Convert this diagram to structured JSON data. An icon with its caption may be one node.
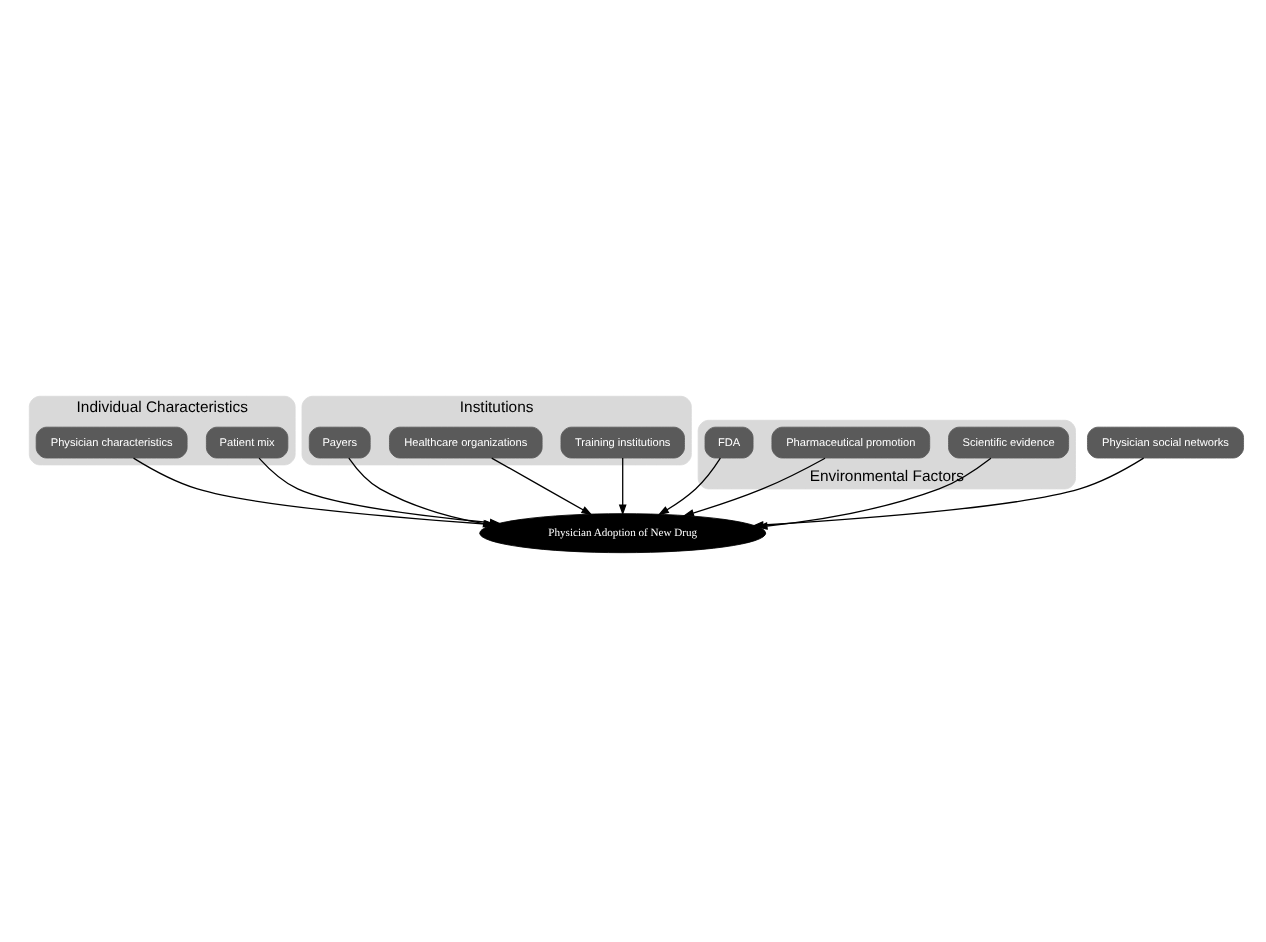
{
  "diagram": {
    "nodes": [
      {
        "text": [
          "Individual Characteristics"
        ]
      },
      {
        "text": [
          "Patient mix"
        ],
        "in": 0
      },
      {
        "text": [
          "Physician characteristics"
        ],
        "in": 0
      },
      {
        "text": [
          "Institutions"
        ]
      },
      {
        "text": [
          "Training institutions"
        ],
        "in": 3
      },
      {
        "text": [
          "Healthcare organizations"
        ],
        "in": 3
      },
      {
        "text": [
          "Payers"
        ],
        "in": 3
      },
      {
        "text": [
          "Environmental Factors"
        ]
      },
      {
        "text": [
          "Scientific evidence"
        ],
        "in": 7
      },
      {
        "text": [
          "Pharmaceutical promotion"
        ],
        "in": 7
      },
      {
        "text": [
          "FDA"
        ],
        "in": 7
      },
      {
        "text": [
          "Physician social networks"
        ]
      },
      {
        "text": [
          "Physician Adoption of New Drug"
        ]
      }
    ],
    "edges": [
      {
        "from": 11,
        "to": 12,
        "arrow": "to"
      },
      {
        "from": 1,
        "to": 12,
        "arrow": "to"
      },
      {
        "from": 2,
        "to": 12,
        "arrow": "to"
      },
      {
        "from": 4,
        "to": 12,
        "arrow": "to"
      },
      {
        "from": 5,
        "to": 12,
        "arrow": "to"
      },
      {
        "from": 6,
        "to": 12,
        "arrow": "to"
      },
      {
        "from": 8,
        "to": 12,
        "arrow": "to"
      },
      {
        "from": 9,
        "to": 12,
        "arrow": "to"
      },
      {
        "from": 10,
        "to": 12,
        "arrow": "to"
      }
    ]
  }
}
